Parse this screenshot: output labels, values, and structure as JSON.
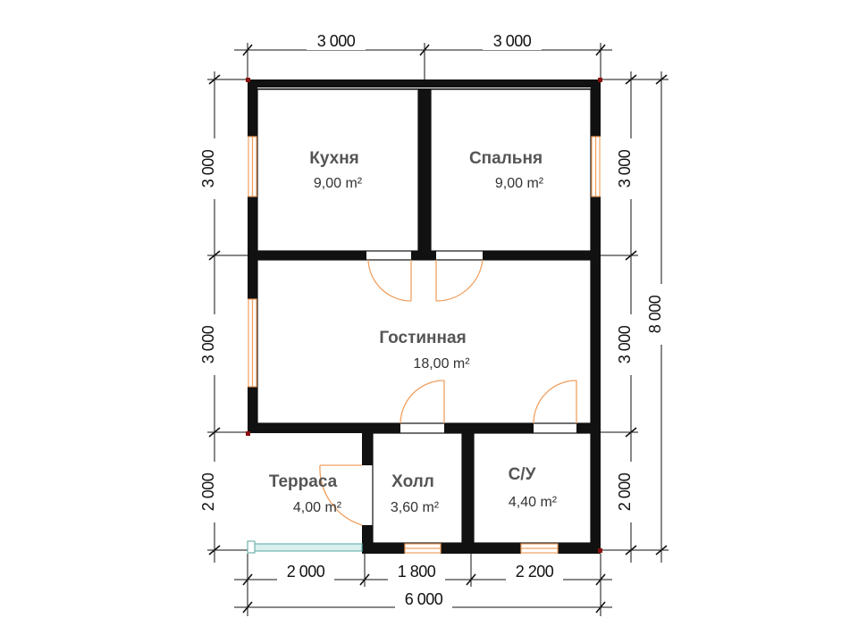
{
  "dimensions": {
    "top_left": "3 000",
    "top_right": "3 000",
    "left_top": "3 000",
    "left_middle": "3 000",
    "left_bottom": "2 000",
    "right_top": "3 000",
    "right_middle": "3 000",
    "right_bottom": "2 000",
    "right_total": "8 000",
    "bottom_terrace": "2 000",
    "bottom_hall": "1 800",
    "bottom_bath": "2 200",
    "bottom_total": "6 000"
  },
  "rooms": {
    "kitchen": {
      "name": "Кухня",
      "area": "9,00 m²"
    },
    "bedroom": {
      "name": "Спальня",
      "area": "9,00 m²"
    },
    "living": {
      "name": "Гостинная",
      "area": "18,00 m²"
    },
    "terrace": {
      "name": "Терраса",
      "area": "4,00 m²"
    },
    "hall": {
      "name": "Холл",
      "area": "3,60 m²"
    },
    "bathroom": {
      "name": "С/У",
      "area": "4,40 m²"
    }
  },
  "colors": {
    "wall": "#111111",
    "door": "#f0a060",
    "window": "#f0a060",
    "railing": "#6fb3ad",
    "room_name": "#555555"
  }
}
